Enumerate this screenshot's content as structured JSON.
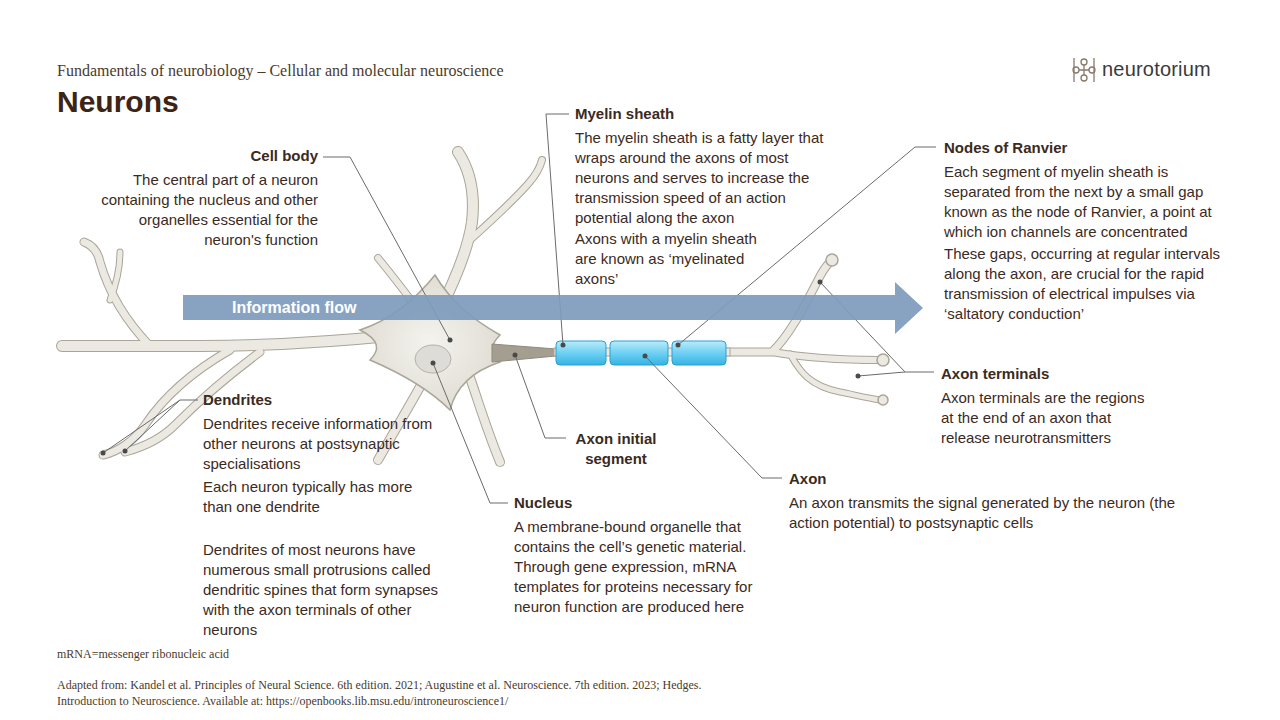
{
  "diagram": {
    "title": "Neurons",
    "nodes": [
      {
        "text": [
          "Information flow"
        ]
      }
    ],
    "edges": [],
    "labels": [
      "Fundamentals of neurobiology – Cellular and molecular neuroscience",
      "neurotorium",
      "Cell body",
      "The central part of a neuron containing the nucleus and other organelles essential for the neuron's function",
      "Myelin sheath",
      "The myelin sheath is a fatty layer that wraps around the axons of most neurons and serves to increase the transmission speed of an action potential along the axon",
      "Axons with a myelin sheath are known as ‘myelinated axons’",
      "Nodes of Ranvier",
      "Each segment of myelin sheath is separated from the next by a small gap known as the node of Ranvier, a point at which ion channels are concentrated",
      "These gaps, occurring at regular intervals along the axon, are crucial for the rapid transmission of electrical impulses via ‘saltatory conduction’",
      "Axon terminals",
      "Axon terminals are the regions at the end of an axon that release neurotransmitters",
      "Dendrites",
      "Dendrites receive information from other neurons at postsynaptic specialisations",
      "Each neuron typically has more than one dendrite",
      "Dendrites of most neurons have numerous small protrusions called dendritic spines that form synapses with the axon terminals of other neurons",
      "Axon initial segment",
      "Nucleus",
      "A membrane-bound organelle that contains the cell’s genetic material. Through gene expression, mRNA templates for proteins necessary for neuron function are produced here",
      "Axon",
      "An axon transmits the signal generated by the neuron (the action potential) to postsynaptic cells",
      "mRNA=messenger ribonucleic acid",
      "Adapted from: Kandel et al. Principles of Neural Science. 6th edition. 2021; Augustine et al. Neuroscience. 7th edition. 2023; Hedges. Introduction to Neuroscience. Available at: https://openbooks.lib.msu.edu/introneuroscience1/"
    ]
  }
}
